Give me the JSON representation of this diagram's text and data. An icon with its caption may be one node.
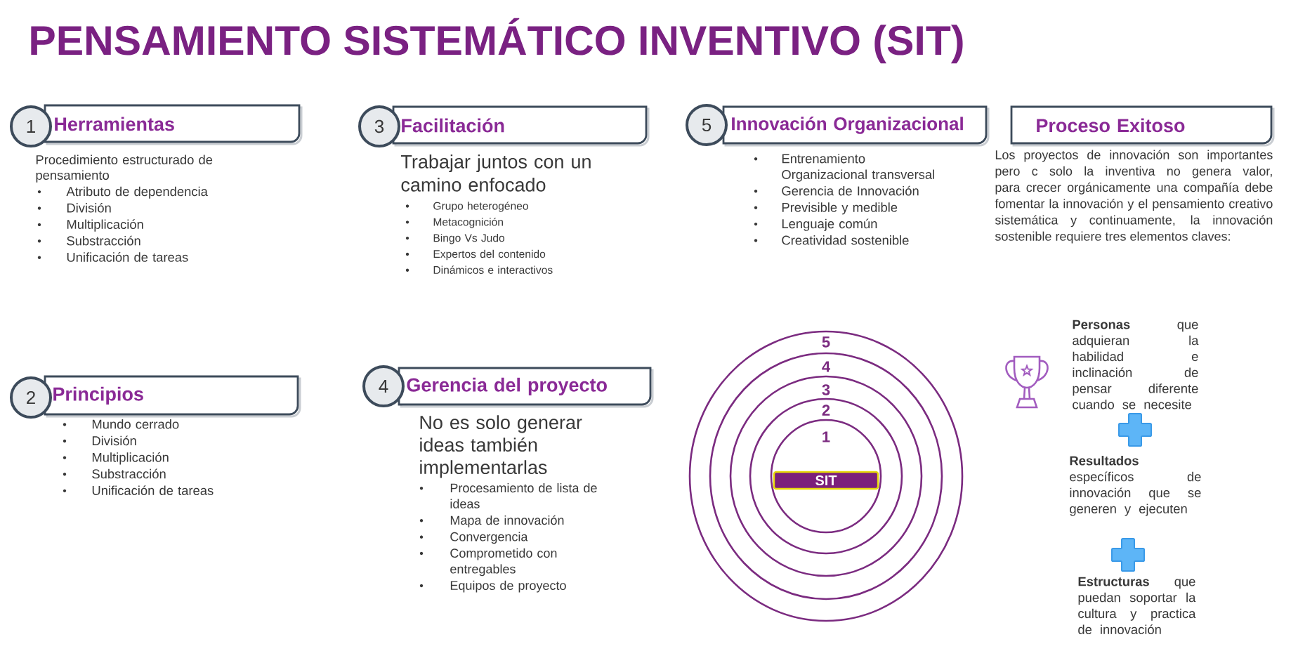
{
  "diagram": {
    "title": "PENSAMIENTO SISTEMÁTICO INVENTIVO (SIT)",
    "nodes": [
      {
        "text": [
          "1"
        ]
      },
      {
        "text": [
          "Herramientas"
        ],
        "beside": [
          "Procedimiento estructurado de pensamiento",
          "Atributo de dependencia",
          "División",
          "Multiplicación",
          "Substracción",
          "Unificación de tareas"
        ]
      },
      {
        "text": [
          "3"
        ]
      },
      {
        "text": [
          "Facilitación"
        ],
        "beside": [
          "Trabajar juntos con un camino enfocado",
          "Grupo heterogéneo",
          "Metacognición",
          "Bingo Vs Judo",
          "Expertos del contenido",
          "Dinámicos e interactivos"
        ]
      },
      {
        "text": [
          "5"
        ]
      },
      {
        "text": [
          "Innovación Organizacional"
        ],
        "beside": [
          "Entrenamiento Organizacional transversal",
          "Gerencia de Innovación",
          "Previsible y medible",
          "Lenguaje común",
          "Creatividad sostenible"
        ]
      },
      {
        "text": [
          "Proceso Exitoso"
        ],
        "beside": [
          "Los proyectos de innovación son importantes pero c solo la inventiva no genera valor, para crecer orgánicamente una compañía debe fomentar la innovación y el pensamiento creativo sistemática y continuamente, la innovación sostenible requiere tres elementos claves:"
        ]
      },
      {
        "text": [
          "2"
        ]
      },
      {
        "text": [
          "Principios"
        ],
        "beside": [
          "Mundo cerrado",
          "División",
          "Multiplicación",
          "Substracción",
          "Unificación de tareas"
        ]
      },
      {
        "text": [
          "4"
        ]
      },
      {
        "text": [
          "Gerencia del proyecto"
        ],
        "beside": [
          "No es solo generar ideas también implementarlas",
          "Procesamiento de lista de ideas",
          "Mapa de innovación",
          "Convergencia",
          "Comprometido con entregables",
          "Equipos de proyecto"
        ]
      },
      {
        "text": [
          "5"
        ]
      },
      {
        "text": [
          "4"
        ],
        "in": 11
      },
      {
        "text": [
          "3"
        ],
        "in": 12
      },
      {
        "text": [
          "2"
        ],
        "in": 13
      },
      {
        "text": [
          "1"
        ],
        "in": 14
      },
      {
        "text": [
          "SIT"
        ],
        "in": 15
      }
    ],
    "labels": [
      "**Personas** que adquieran la habilidad e inclinación de pensar diferente cuando se necesite",
      "**Resultados** específicos de innovación que se generen y ejecuten",
      "**Estructuras** que puedan soportar la cultura y practica de innovación"
    ]
  }
}
